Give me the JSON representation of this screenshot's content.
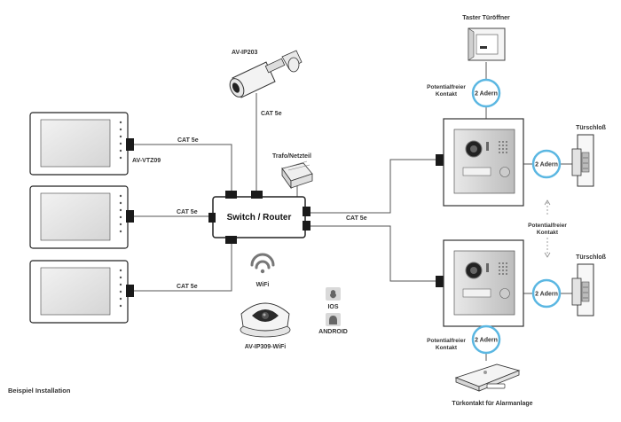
{
  "caption": "Beispiel Installation",
  "router_label": "Switch / Router",
  "cable_label": "CAT 5e",
  "monitor_model": "AV-VTZ09",
  "camera_top": "AV-IP203",
  "camera_dome": "AV-IP309-WiFi",
  "psu_label": "Trafo/Netzteil",
  "wifi_label": "WiFi",
  "ios_label": "IOS",
  "android_label": "ANDROID",
  "door_button_label": "Taster Türöffner",
  "potential_free_a": "Potentialfreier",
  "potential_free_b": "Kontakt",
  "two_wires": "2 Adern",
  "door_lock": "Türschloß",
  "alarm_contact": "Türkontakt für Alarmanlage",
  "colors": {
    "accent": "#5bb7e2",
    "line": "#555555",
    "device_fill": "#ffffff",
    "dark": "#1a1a1a"
  },
  "icons": [
    "wifi-icon",
    "apple-icon",
    "android-icon"
  ]
}
